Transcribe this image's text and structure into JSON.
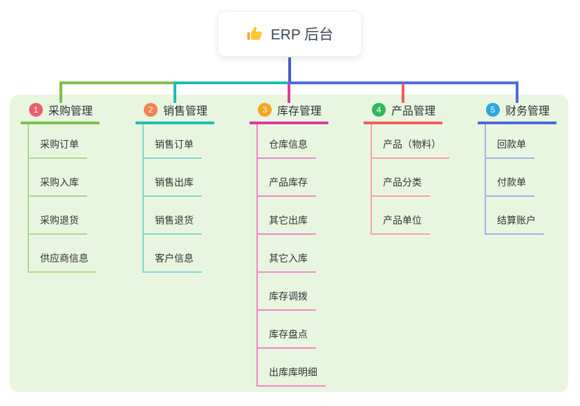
{
  "root": {
    "icon": "thumbs-up",
    "title": "ERP 后台"
  },
  "colors": {
    "canvas_bg": "#ffffff",
    "container_bg": "#e8f6e0",
    "root_line": "#4657d0",
    "text_dark": "#333333"
  },
  "branches": [
    {
      "index": "1",
      "label": "采购管理",
      "badge_color": "#ee5f6e",
      "line_color": "#7ebf4a",
      "child_line_color": "#afd88b",
      "children": [
        "采购订单",
        "采购入库",
        "采购退货",
        "供应商信息"
      ]
    },
    {
      "index": "2",
      "label": "销售管理",
      "badge_color": "#f8824f",
      "line_color": "#1fbdb4",
      "child_line_color": "#82d6cf",
      "children": [
        "销售订单",
        "销售出库",
        "销售退货",
        "客户信息"
      ]
    },
    {
      "index": "3",
      "label": "库存管理",
      "badge_color": "#f6a523",
      "line_color": "#dd3a9e",
      "child_line_color": "#ec86c6",
      "children": [
        "仓库信息",
        "产品库存",
        "其它出库",
        "其它入库",
        "库存调拨",
        "库存盘点",
        "出库库明细"
      ]
    },
    {
      "index": "4",
      "label": "产品管理",
      "badge_color": "#30b85c",
      "line_color": "#f25c5c",
      "child_line_color": "#f7a3a3",
      "children": [
        "产品（物料）",
        "产品分类",
        "产品单位"
      ]
    },
    {
      "index": "5",
      "label": "财务管理",
      "badge_color": "#2ba7de",
      "line_color": "#4e6bd8",
      "child_line_color": "#a3b3e3",
      "children": [
        "回款单",
        "付款单",
        "结算账户"
      ]
    }
  ]
}
